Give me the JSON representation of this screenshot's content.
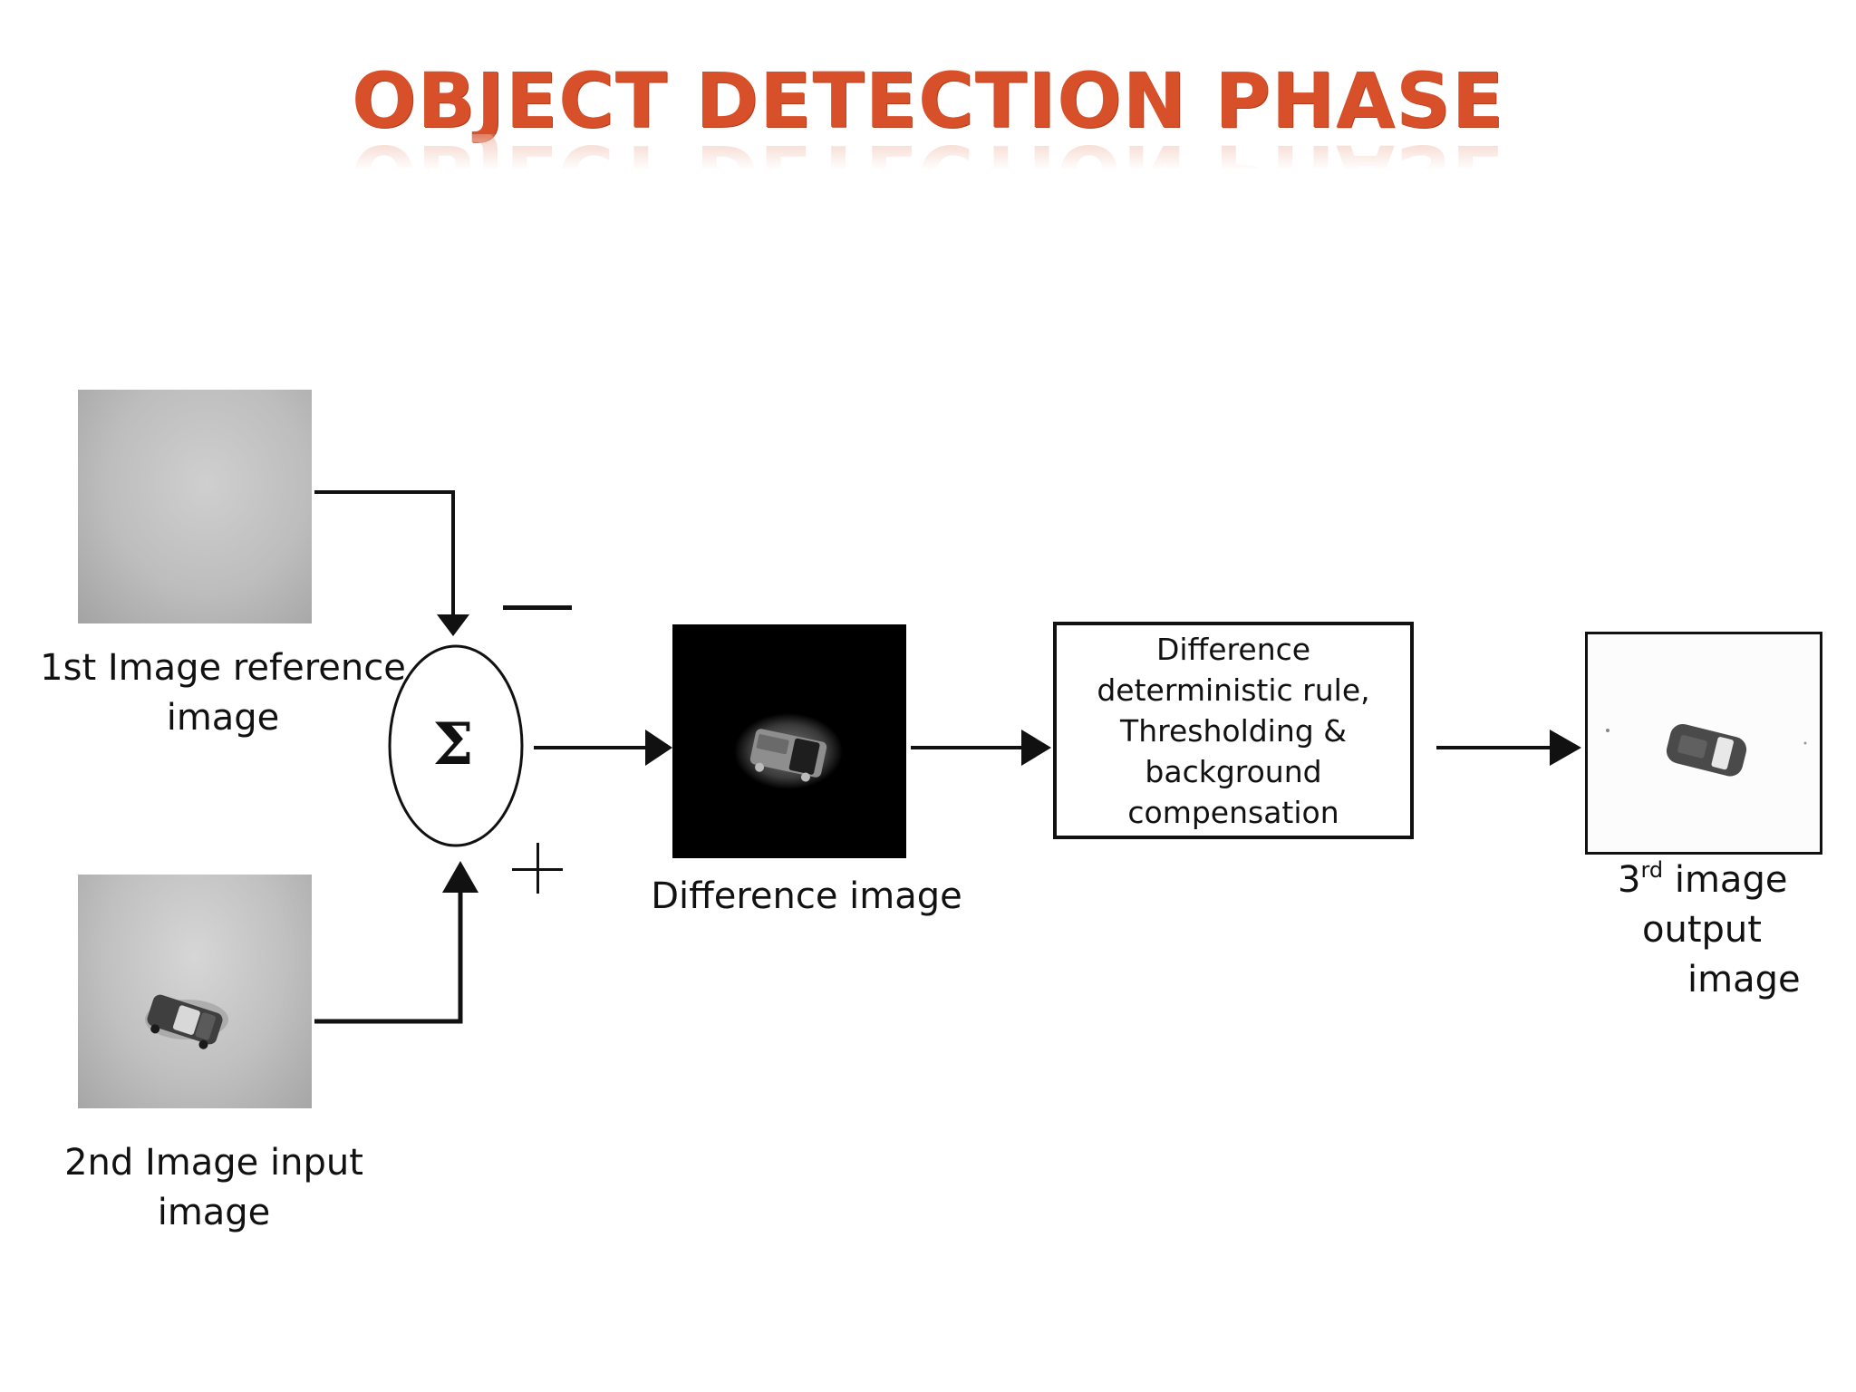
{
  "title": "OBJECT DETECTION PHASE",
  "summation": {
    "symbol": "Σ",
    "minus_sign": "−",
    "plus_sign": "+"
  },
  "nodes": {
    "reference_image": {
      "label_line1": "1st Image reference",
      "label_line2": "image"
    },
    "input_image": {
      "label_line1": "2nd Image input",
      "label_line2": "image"
    },
    "difference_image": {
      "label": "Difference image"
    },
    "process_box": {
      "line1": "Difference",
      "line2": "deterministic rule,",
      "line3": "Thresholding &",
      "line4": "background",
      "line5": "compensation"
    },
    "output_image": {
      "label_num": "3",
      "label_sup": "rd",
      "label_line1_rest": " image",
      "label_line2": "output",
      "label_line3": "image"
    }
  },
  "colors": {
    "title": "#d8502a",
    "lines": "#111111"
  }
}
